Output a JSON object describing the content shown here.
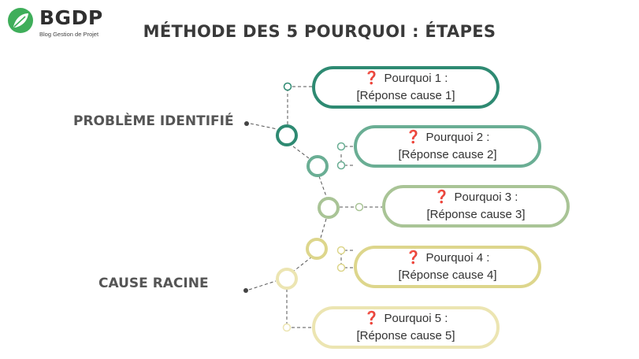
{
  "logo": {
    "name": "BGDP",
    "tagline": "Blog Gestion de Projet"
  },
  "title": "MÉTHODE DES 5 POURQUOI : ÉTAPES",
  "labels": {
    "problem": "PROBLÈME IDENTIFIÉ",
    "cause": "CAUSE RACINE"
  },
  "colors": {
    "step1": "#2e8a72",
    "step2": "#6aae94",
    "step3": "#a9c496",
    "step4": "#ddd68c",
    "step5": "#ece5b2",
    "question_mark": "#c0202b"
  },
  "question_icon": "red-question-mark-icon",
  "steps": [
    {
      "question": "Pourquoi 1 :",
      "answer": "[Réponse cause 1]"
    },
    {
      "question": "Pourquoi 2 :",
      "answer": "[Réponse cause 2]"
    },
    {
      "question": "Pourquoi 3 :",
      "answer": "[Réponse cause 3]"
    },
    {
      "question": "Pourquoi 4 :",
      "answer": "[Réponse cause 4]"
    },
    {
      "question": "Pourquoi 5 :",
      "answer": "[Réponse cause 5]"
    }
  ]
}
